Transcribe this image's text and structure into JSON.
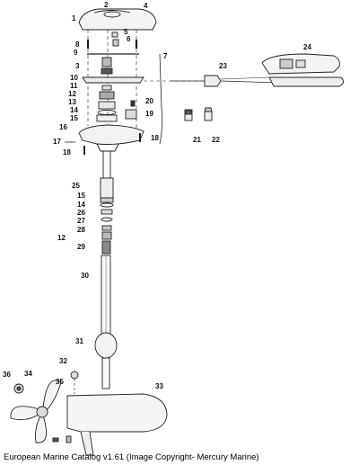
{
  "caption": "European Marine Catalog v1.61 (Image Copyright- Mercury Marine)",
  "callouts": [
    "1",
    "2",
    "4",
    "5",
    "6",
    "8",
    "9",
    "7",
    "24",
    "3",
    "23",
    "10",
    "11",
    "12",
    "20",
    "13",
    "19",
    "14",
    "15",
    "16",
    "17",
    "18",
    "18",
    "21",
    "22",
    "25",
    "15",
    "14",
    "26",
    "27",
    "28",
    "12",
    "29",
    "30",
    "31",
    "32",
    "36",
    "34",
    "35",
    "33"
  ]
}
